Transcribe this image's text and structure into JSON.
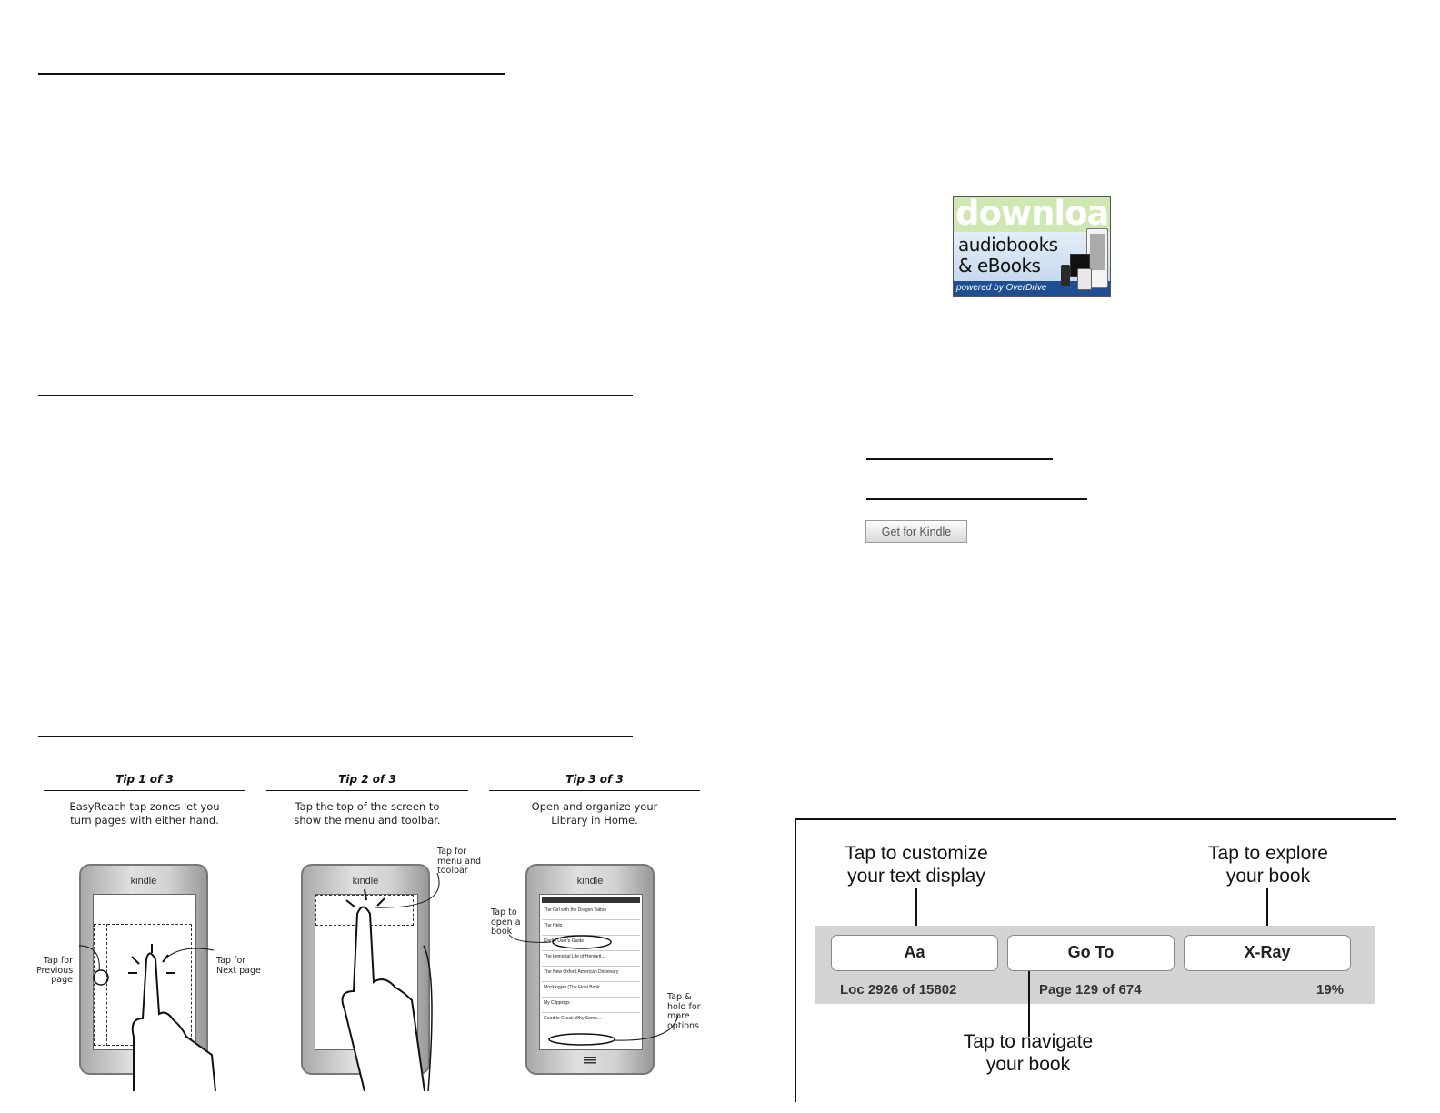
{
  "banner": {
    "line1": "download",
    "line2": "audiobooks",
    "line3": "& eBooks",
    "powered": "powered by OverDrive"
  },
  "get_for_kindle": {
    "label": "Get for Kindle"
  },
  "tips": [
    {
      "title": "Tip 1 of 3",
      "desc1": "EasyReach tap zones let you",
      "desc2": "turn pages with either hand."
    },
    {
      "title": "Tip 2 of 3",
      "desc1": "Tap the top of the screen to",
      "desc2": "show the menu and toolbar."
    },
    {
      "title": "Tip 3 of 3",
      "desc1": "Open and organize your",
      "desc2": "Library in Home."
    }
  ],
  "device_brand": "kindle",
  "annotations": {
    "prev": [
      "Tap for",
      "Previous",
      "page"
    ],
    "next": [
      "Tap for",
      "Next page"
    ],
    "menu": [
      "Tap for",
      "menu and",
      "toolbar"
    ],
    "open": [
      "Tap to",
      "open a",
      "book"
    ],
    "hold": [
      "Tap &",
      "hold for",
      "more",
      "options"
    ]
  },
  "home_list": [
    "The Girl with the Dragon Tattoo",
    "The Help",
    "Kindle User's Guide",
    "The Immortal Life of Henriett...",
    "The New Oxford American Dictionary",
    "Mockingjay (The Final Book ...",
    "My Clippings",
    "Good to Great: Why Some..."
  ],
  "toolbar": {
    "cap_customize": [
      "Tap to customize",
      "your text display"
    ],
    "cap_explore": [
      "Tap to explore",
      "your book"
    ],
    "cap_navigate": [
      "Tap to navigate",
      "your book"
    ],
    "btn_aa": "Aa",
    "btn_goto": "Go To",
    "btn_xray": "X-Ray",
    "loc": "Loc 2926 of 15802",
    "page": "Page 129 of 674",
    "percent": "19%"
  }
}
